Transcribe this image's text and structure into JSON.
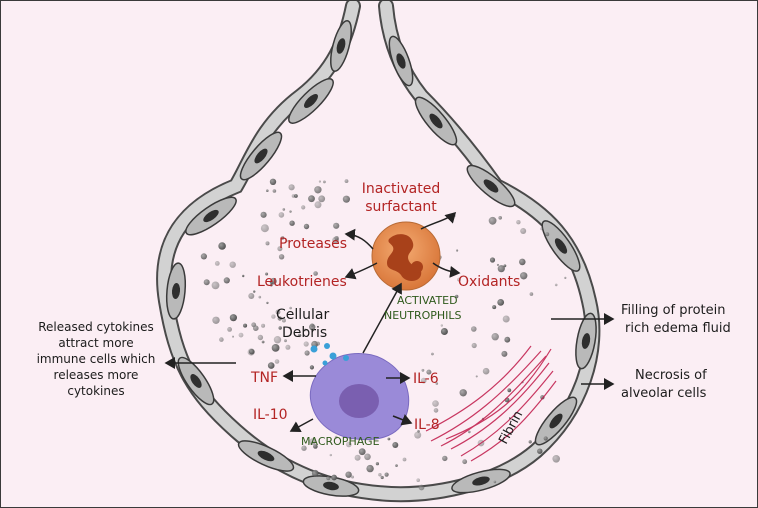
{
  "labels": {
    "inactivated_surfactant_1": "Inactivated",
    "inactivated_surfactant_2": "surfactant",
    "proteases": "Proteases",
    "leukotrienes": "Leukotrienes",
    "oxidants": "Oxidants",
    "activated_neutrophils_1": "ACTIVATED",
    "activated_neutrophils_2": "NEUTROPHILS",
    "cellular_debris_1": "Cellular",
    "cellular_debris_2": "Debris",
    "tnf": "TNF",
    "il6": "IL-6",
    "il10": "IL-10",
    "il8": "IL-8",
    "macrophage": "MACROPHAGE",
    "fibrin": "Fibrin",
    "filling_1": "Filling of protein",
    "filling_2": "rich edema fluid",
    "necrosis_1": "Necrosis of",
    "necrosis_2": "alveolar cells",
    "cytokines_1": "Released cytokines",
    "cytokines_2": "attract more",
    "cytokines_3": "immune cells which",
    "cytokines_4": "releases more",
    "cytokines_5": "cytokines"
  },
  "colors": {
    "background": "#fbeef4",
    "wall": "#c8c8c8",
    "wall_stroke": "#4a4a4a",
    "nucleus": "#3a3a3a",
    "neutrophil": "#e0884a",
    "macrophage": "#9a8ad8",
    "macrophage_nucleus": "#7a5fb0",
    "mediator_text": "#b32424",
    "cell_type_text": "#2f5a1c",
    "fibrin": "#c01848"
  }
}
